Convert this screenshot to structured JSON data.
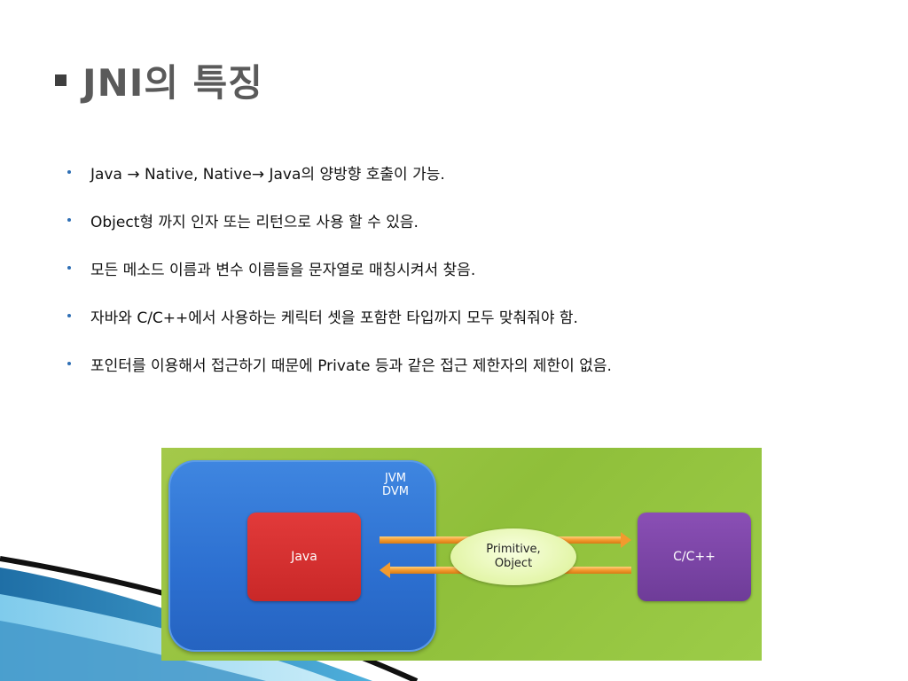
{
  "slide": {
    "title": "JNI의 특징",
    "bullets": [
      "Java → Native, Native→ Java의 양방향 호출이 가능.",
      "Object형 까지 인자 또는 리턴으로 사용 할 수 있음.",
      "모든 메소드 이름과 변수 이름들을 문자열로 매칭시켜서 찾음.",
      "자바와 C/C++에서 사용하는 케릭터 셋을 포함한 타입까지 모두 맞춰줘야 함.",
      "포인터를 이용해서 접근하기 때문에 Private 등과 같은 접근 제한자의 제한이 없음."
    ]
  },
  "diagram": {
    "container_label_line1": "JVM",
    "container_label_line2": "DVM",
    "java_label": "Java",
    "middle_label_line1": "Primitive,",
    "middle_label_line2": "Object",
    "native_label": "C/C++"
  },
  "colors": {
    "background_green": "#9ccc48",
    "container_blue": "#2c6fd0",
    "java_red": "#c92828",
    "native_purple": "#6e3c98",
    "arrow_orange": "#f29a2e"
  }
}
